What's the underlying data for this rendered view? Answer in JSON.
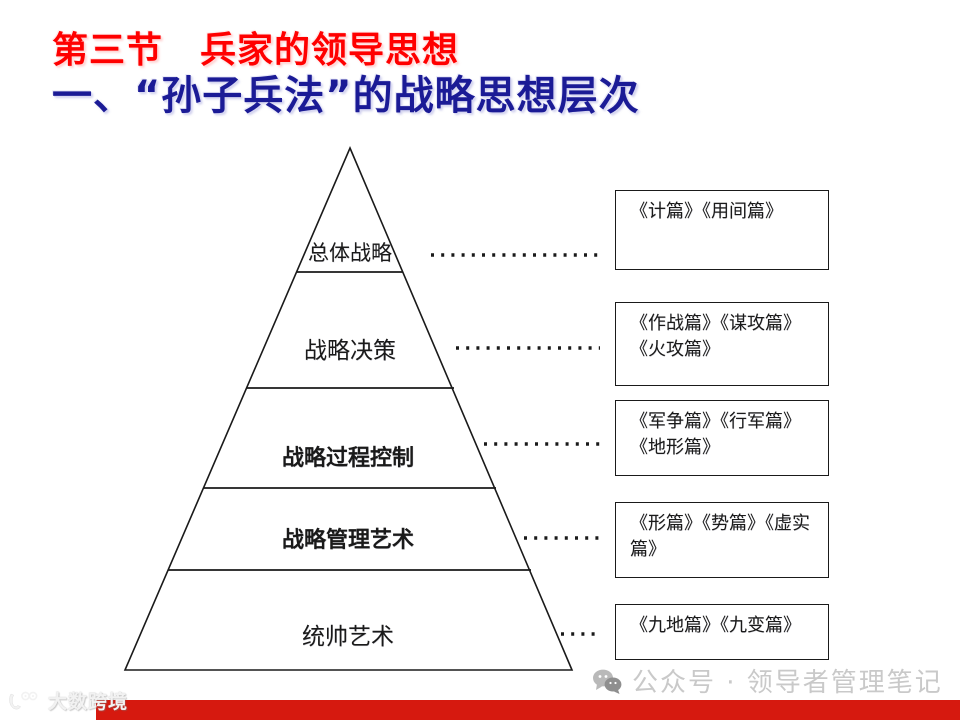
{
  "slide": {
    "title_line_1": "第三节　兵家的领导思想",
    "title_line_2": "一、“孙子兵法”的战略思想层次",
    "title_color_1": "#ff0000",
    "title_color_2": "#1b1b96"
  },
  "pyramid": {
    "tiers": [
      {
        "label": "总体战略",
        "style": "serif"
      },
      {
        "label": "战略决策",
        "style": "serif"
      },
      {
        "label": "战略过程控制",
        "style": "sans-bold"
      },
      {
        "label": "战略管理艺术",
        "style": "sans-bold"
      },
      {
        "label": "统帅艺术",
        "style": "serif"
      }
    ]
  },
  "captions": {
    "boxes": [
      {
        "text": "《计篇》《用间篇》"
      },
      {
        "text": "《作战篇》《谋攻篇》《火攻篇》"
      },
      {
        "text": "《军争篇》《行军篇》《地形篇》"
      },
      {
        "text": "《形篇》《势篇》《虚实篇》"
      },
      {
        "text": "《九地篇》《九变篇》"
      }
    ]
  },
  "watermarks": {
    "bottom_left_text": "大数跨境",
    "bottom_right_text": "公众号 · 领导者管理笔记",
    "footer_bar_color": "#d6190f"
  }
}
